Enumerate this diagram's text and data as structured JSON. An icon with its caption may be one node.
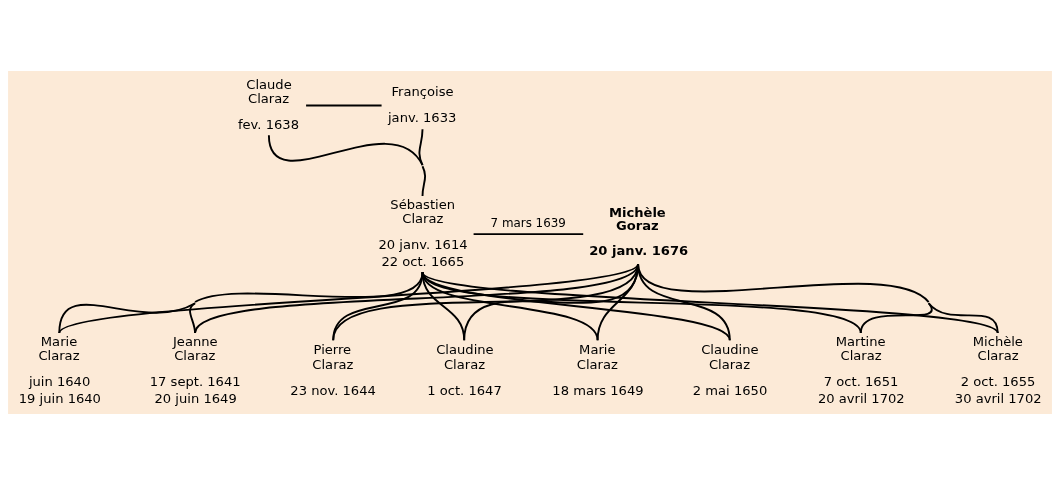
{
  "diagram": {
    "nodes": [
      {
        "text": [
          "Claude Claraz",
          "fev. 1638"
        ]
      },
      {
        "text": [
          "Françoise",
          "janv. 1633"
        ]
      },
      {
        "text": [
          "Sébastien Claraz",
          "20 janv. 1614",
          "22 oct. 1665"
        ]
      },
      {
        "text": [
          "Michèle Goraz",
          "20 janv. 1676"
        ]
      },
      {
        "text": [
          "Marie Claraz",
          "juin 1640",
          "19 juin 1640"
        ]
      },
      {
        "text": [
          "Jeanne Claraz",
          "17 sept. 1641",
          "20 juin 1649"
        ]
      },
      {
        "text": [
          "Pierre Claraz",
          "23 nov. 1644"
        ]
      },
      {
        "text": [
          "Claudine Claraz",
          "1 oct. 1647"
        ]
      },
      {
        "text": [
          "Marie Claraz",
          "18 mars 1649"
        ]
      },
      {
        "text": [
          "Claudine Claraz",
          "2 mai 1650"
        ]
      },
      {
        "text": [
          "Martine Claraz",
          "7 oct. 1651",
          "20 avril 1702"
        ]
      },
      {
        "text": [
          "Michèle Claraz",
          "2 oct. 1655",
          "30 avril 1702"
        ]
      }
    ],
    "edges": [
      {
        "from": 0,
        "to": 1,
        "arrow": "none"
      },
      {
        "from": 0,
        "to": 2,
        "arrow": "none"
      },
      {
        "from": 1,
        "to": 2,
        "arrow": "none"
      },
      {
        "from": 2,
        "to": 3,
        "arrow": "none",
        "label": "7 mars 1639"
      },
      {
        "from": 2,
        "to": 4,
        "arrow": "none"
      },
      {
        "from": 2,
        "to": 5,
        "arrow": "none"
      },
      {
        "from": 2,
        "to": 6,
        "arrow": "none"
      },
      {
        "from": 2,
        "to": 7,
        "arrow": "none"
      },
      {
        "from": 2,
        "to": 8,
        "arrow": "none"
      },
      {
        "from": 2,
        "to": 9,
        "arrow": "none"
      },
      {
        "from": 2,
        "to": 10,
        "arrow": "none"
      },
      {
        "from": 2,
        "to": 11,
        "arrow": "none"
      },
      {
        "from": 3,
        "to": 4,
        "arrow": "none"
      },
      {
        "from": 3,
        "to": 5,
        "arrow": "none"
      },
      {
        "from": 3,
        "to": 6,
        "arrow": "none"
      },
      {
        "from": 3,
        "to": 7,
        "arrow": "none"
      },
      {
        "from": 3,
        "to": 8,
        "arrow": "none"
      },
      {
        "from": 3,
        "to": 9,
        "arrow": "none"
      },
      {
        "from": 3,
        "to": 10,
        "arrow": "none"
      },
      {
        "from": 3,
        "to": 11,
        "arrow": "none"
      }
    ]
  }
}
